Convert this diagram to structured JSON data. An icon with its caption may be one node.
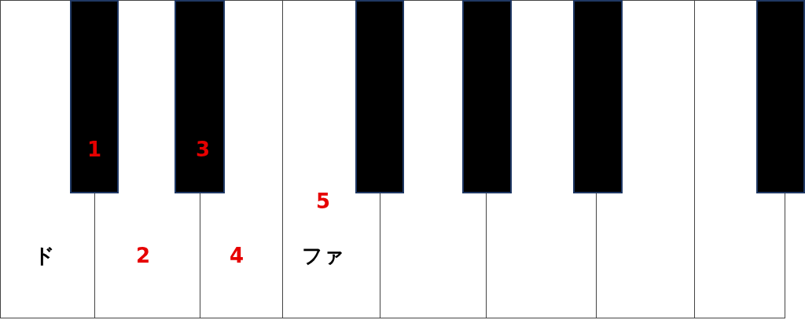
{
  "diagram": {
    "nodes": [
      {
        "text": [
          "ド"
        ]
      },
      {
        "text": [
          "2"
        ]
      },
      {
        "text": [
          "4"
        ]
      },
      {
        "text": [
          "5",
          "ファ"
        ]
      },
      {
        "text": [],
        "shape": "box"
      },
      {
        "text": [],
        "shape": "box"
      },
      {
        "text": [],
        "shape": "box"
      },
      {
        "text": [],
        "shape": "box"
      },
      {
        "text": [
          "1"
        ]
      },
      {
        "text": [
          "3"
        ]
      },
      {
        "text": [],
        "shape": "box"
      },
      {
        "text": [],
        "shape": "box"
      },
      {
        "text": [],
        "shape": "box"
      },
      {
        "text": [],
        "shape": "box"
      }
    ]
  }
}
